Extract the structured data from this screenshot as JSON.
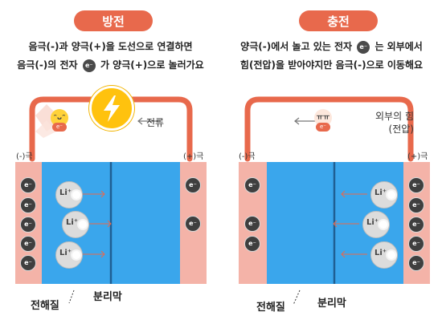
{
  "colors": {
    "accent": "#e8694c",
    "electrolyte": "#3aa6ec",
    "electrode": "#f4b3a8",
    "separator": "#1f5f93"
  },
  "discharge": {
    "title": "방전",
    "desc_line1": "음극(-)과 양극(+)을 도선으로 연결하면",
    "desc_line2_pre": "음극(-)의 전자",
    "desc_line2_post": "가 양극(+)으로 놀러가요",
    "current_label": "전류",
    "neg_label": "(-)극",
    "pos_label": "(+)극",
    "electrolyte_label": "전해질",
    "separator_label": "분리막",
    "bolt_icon": "lightning-icon"
  },
  "charge": {
    "title": "충전",
    "desc_line1_pre": "양극(-)에서 놀고 있는 전자",
    "desc_line1_post": "는 외부에서",
    "desc_line2": "힘(전압)을 받아야지만 음극(-)으로 이동해요",
    "force_label_line1": "외부의 힘",
    "force_label_line2": "(전압)",
    "neg_label": "(-)극",
    "pos_label": "(+)극",
    "electrolyte_label": "전해질",
    "separator_label": "분리막",
    "face_text": "ㅠㅠ"
  },
  "electron_label": "e⁻",
  "ion_label": "Li⁺"
}
